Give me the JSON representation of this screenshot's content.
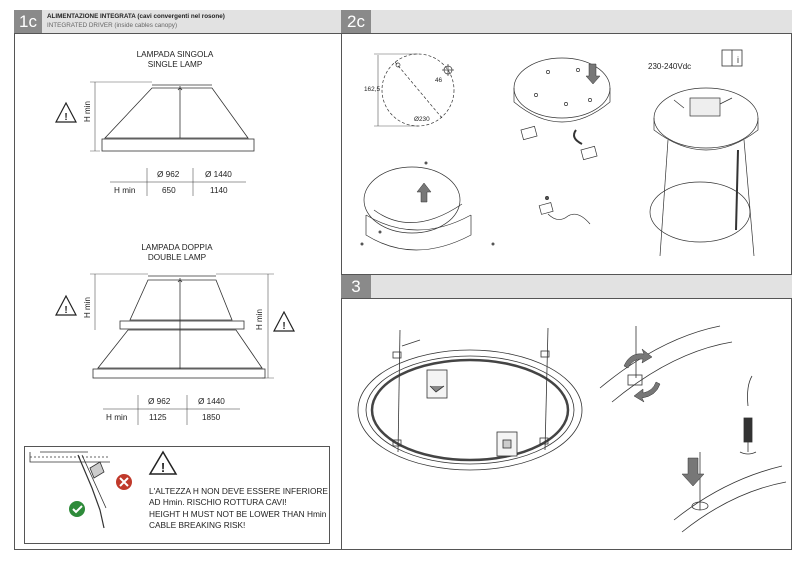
{
  "section_1c": {
    "number": "1c",
    "title_it": "ALIMENTAZIONE INTEGRATA (cavi convergenti nel rosone)",
    "title_en": "INTEGRATED DRIVER (inside cables canopy)",
    "single": {
      "title_it": "LAMPADA SINGOLA",
      "title_en": "SINGLE LAMP",
      "hmin_label": "H min",
      "table": {
        "col1": "Ø 962",
        "col2": "Ø 1440",
        "row_label": "H min",
        "val1": "650",
        "val2": "1140"
      }
    },
    "double": {
      "title_it": "LAMPADA DOPPIA",
      "title_en": "DOUBLE LAMP",
      "hmin_label": "H min",
      "hmin_label_right": "H min",
      "table": {
        "col1": "Ø 962",
        "col2": "Ø 1440",
        "row_label": "H min",
        "val1": "1125",
        "val2": "1850"
      }
    },
    "warning": {
      "line1": "L'ALTEZZA H NON DEVE ESSERE INFERIORE",
      "line2": "AD Hmin. RISCHIO ROTTURA CAVI!",
      "line3": "HEIGHT H MUST NOT BE LOWER THAN Hmin",
      "line4": "CABLE BREAKING RISK!"
    }
  },
  "section_2c": {
    "number": "2c",
    "dim_height": "162,5",
    "dim_small": "46",
    "dim_diameter": "Ø230",
    "voltage": "230-240Vdc"
  },
  "section_3": {
    "number": "3"
  },
  "colors": {
    "header_bg": "#e2e2e2",
    "number_bg": "#8a8a8a",
    "check": "#2e8b3a",
    "cross": "#c0392b",
    "arrow_grey": "#777777"
  }
}
